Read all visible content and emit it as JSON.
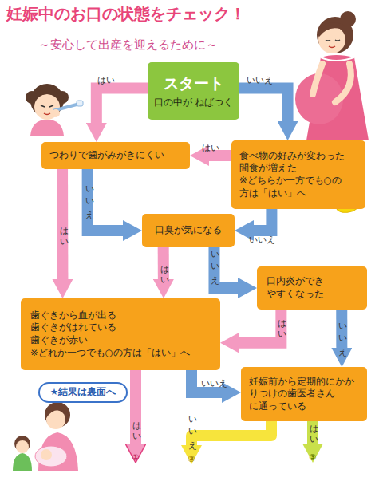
{
  "diagram": {
    "title": "妊娠中のお口の状態をチェック！",
    "nodes": [
      {
        "text": [
          "スタート",
          "口の中が ねばつく"
        ]
      },
      {
        "text": [
          "つわりで歯がみがきにくい"
        ]
      },
      {
        "text": [
          "食べ物の好みが変わった",
          "間食が増えた",
          "※どちらか一方でも○の 方は「はい」へ"
        ]
      },
      {
        "text": [
          "口臭が気になる"
        ]
      },
      {
        "text": [
          "口内炎ができ やすくなった"
        ]
      },
      {
        "text": [
          "歯ぐきから血が出る",
          "歯ぐきがはれている",
          "歯ぐきが赤い",
          "※どれか一つでも○の方は「はい」へ"
        ]
      },
      {
        "text": [
          "妊娠前から定期的にかか りつけの歯医者さん に通っている"
        ]
      },
      {
        "text": [
          "★結果は裏面へ"
        ]
      }
    ],
    "edges": [
      {
        "from": 0,
        "to": 1,
        "label": "はい",
        "arrow": "to"
      },
      {
        "from": 0,
        "to": 2,
        "label": "いいえ",
        "arrow": "to"
      },
      {
        "from": 2,
        "to": 1,
        "label": "はい",
        "arrow": "to"
      },
      {
        "from": 2,
        "to": 3,
        "label": "いいえ",
        "arrow": "to"
      },
      {
        "from": 1,
        "to": 3,
        "label": "いいえ",
        "arrow": "to"
      },
      {
        "from": 1,
        "to": 5,
        "label": "はい",
        "arrow": "to"
      },
      {
        "from": 3,
        "to": 5,
        "label": "はい",
        "arrow": "to"
      },
      {
        "from": 3,
        "to": 4,
        "label": "いいえ",
        "arrow": "to"
      },
      {
        "from": 4,
        "to": 5,
        "label": "はい",
        "arrow": "to"
      },
      {
        "from": 4,
        "to": 6,
        "label": "いいえ",
        "arrow": "to"
      },
      {
        "from": 5,
        "to": 6,
        "label": "いいえ",
        "arrow": "to"
      }
    ],
    "labels": [
      "～安心して出産を迎えるために～",
      "はい",
      "①",
      "いいえ",
      "②",
      "はい",
      "③"
    ]
  }
}
